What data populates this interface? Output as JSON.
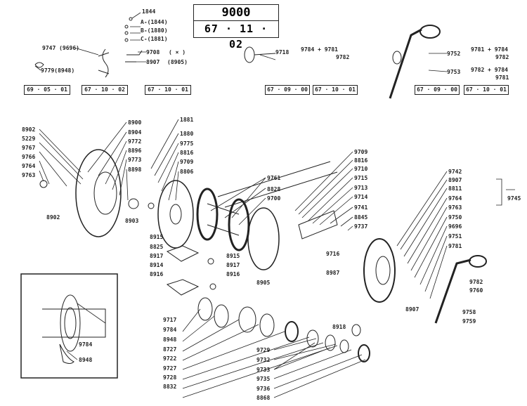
{
  "header": {
    "model": "9000",
    "code": "67 · 11 · 02"
  },
  "code_boxes": [
    {
      "id": "cb1",
      "text": "69 · 05 · 01"
    },
    {
      "id": "cb2",
      "text": "67 · 10 · 02"
    },
    {
      "id": "cb3",
      "text": "67 · 10 · 01"
    },
    {
      "id": "cb4",
      "text": "67 · 09 · 00"
    },
    {
      "id": "cb5",
      "text": "67 · 10 · 01"
    },
    {
      "id": "cb6",
      "text": "67 · 09 · 00"
    },
    {
      "id": "cb7",
      "text": "67 · 10 · 01"
    }
  ],
  "top_labels": {
    "p1844": "1844",
    "pA": "A-(1844)",
    "pB": "B-(1880)",
    "pC": "C-(1881)",
    "p9747": "9747 (9696)",
    "p9779": "9779(8948)",
    "p9708": "9708",
    "px": "( × )",
    "p8907": "8907",
    "p8905": "(8905)",
    "p9718": "9718",
    "p9718a": "9784 + 9781",
    "p9718b": "9782",
    "p9752": "9752",
    "p9752a": "9781 + 9784",
    "p9752b": "9782",
    "p9753": "9753",
    "p9753a": "9782 + 9784",
    "p9753b": "9781"
  },
  "left_labels": [
    "8902",
    "5229",
    "9767",
    "9766",
    "9764",
    "9763"
  ],
  "left_inner_labels": [
    "8900",
    "8904",
    "9772",
    "8896",
    "9773",
    "8898"
  ],
  "mid_labels": [
    "1881",
    "1880",
    "9775",
    "8816",
    "9709",
    "8806"
  ],
  "right_top_labels": [
    "9709",
    "8816",
    "9710",
    "9715",
    "9713",
    "9714",
    "9741",
    "8845",
    "9737"
  ],
  "right_labels": [
    "9742",
    "8907",
    "8811",
    "9764",
    "9763",
    "9750",
    "9696",
    "9751",
    "9781"
  ],
  "group_label": "9745",
  "misc_labels": {
    "l8902b": "8902",
    "l8903": "8903",
    "l9761": "9761",
    "l8828": "8828",
    "l9700": "9700",
    "l9716": "9716",
    "l8987": "8987",
    "l8905": "8905",
    "l8907b": "8907",
    "l9782": "9782",
    "l9760": "9760",
    "l9758": "9758",
    "l9759": "9759",
    "l8915a": "8915",
    "l8825": "8825",
    "l8917a": "8917",
    "l8914": "8914",
    "l8916a": "8916",
    "l8915b": "8915",
    "l8917b": "8917",
    "l8916b": "8916",
    "l8918": "8918"
  },
  "bottom_labels": [
    "9717",
    "9784",
    "8948",
    "8727",
    "9722",
    "9727",
    "9728",
    "8832"
  ],
  "bottom_right_labels": [
    "9729",
    "9732",
    "9733",
    "9735",
    "9736",
    "8868"
  ],
  "inset_labels": {
    "a": "9784",
    "b": "8948"
  }
}
